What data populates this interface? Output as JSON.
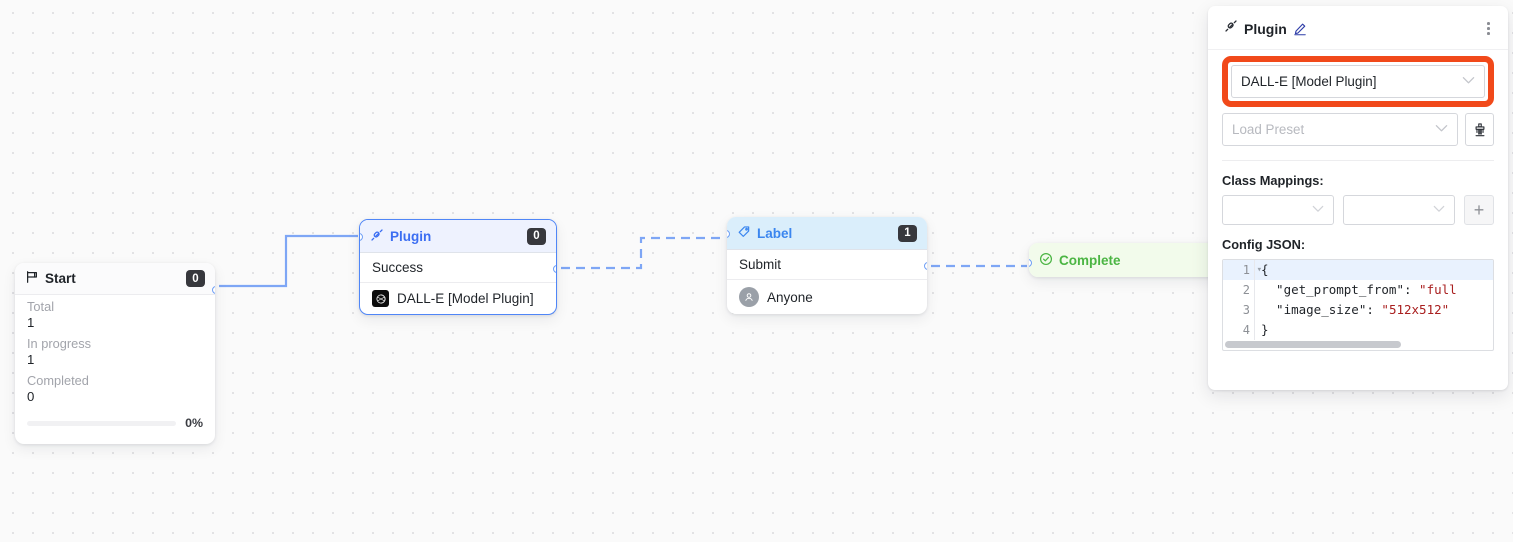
{
  "canvas": {
    "nodes": {
      "start": {
        "title": "Start",
        "icon": "flag-icon",
        "badge": "0",
        "stats": [
          {
            "key": "Total",
            "value": "1"
          },
          {
            "key": "In progress",
            "value": "1"
          },
          {
            "key": "Completed",
            "value": "0"
          }
        ],
        "progress_pct": "0%",
        "progress_value": 0
      },
      "plugin": {
        "title": "Plugin",
        "icon": "plug-icon",
        "badge": "0",
        "status_row": "Success",
        "model_row": "DALL-E [Model Plugin]",
        "model_icon": "openai-icon"
      },
      "label": {
        "title": "Label",
        "icon": "tag-icon",
        "badge": "1",
        "action_row": "Submit",
        "assignee_row": "Anyone",
        "assignee_icon": "user-avatar-icon"
      },
      "complete": {
        "title": "Complete",
        "icon": "check-circle-icon"
      }
    }
  },
  "panel": {
    "title": "Plugin",
    "title_icon": "plug-icon",
    "edit_icon": "pencil-icon",
    "menu_icon": "kebab-menu-icon",
    "plugin_select": {
      "value": "DALL-E [Model Plugin]",
      "chevron": "chevron-down-icon",
      "highlight_color": "#f1491a"
    },
    "preset_select": {
      "placeholder": "Load Preset",
      "chevron": "chevron-down-icon"
    },
    "clear_button_icon": "brush-icon",
    "class_mappings": {
      "label": "Class Mappings:",
      "left_value": "",
      "right_value": "",
      "add_label": "+"
    },
    "config_json": {
      "label": "Config JSON:",
      "lines": [
        {
          "n": "1",
          "text": "{"
        },
        {
          "n": "2",
          "text": "  \"get_prompt_from\": \"full"
        },
        {
          "n": "3",
          "text": "  \"image_size\": \"512x512\""
        },
        {
          "n": "4",
          "text": "}"
        }
      ]
    }
  }
}
